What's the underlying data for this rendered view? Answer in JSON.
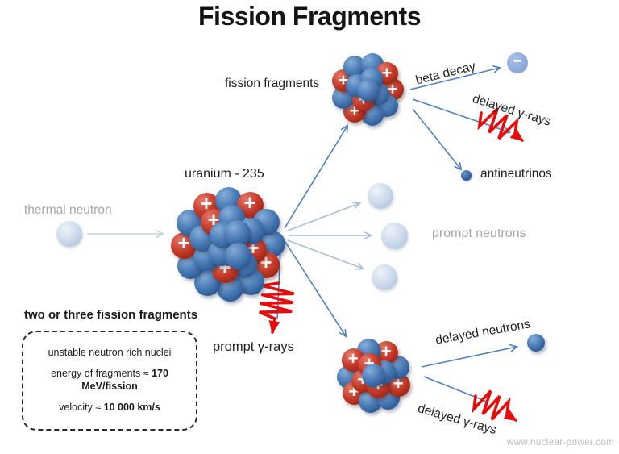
{
  "title": "Fission Fragments",
  "nodes": {
    "thermal_neutron_label": "thermal neutron",
    "uranium_label": "uranium - 235",
    "fission_fragments_label": "fission fragments",
    "beta_decay_label": "beta decay",
    "delayed_gamma_top_label": "delayed γ-rays",
    "antineutrinos_label": "antineutrinos",
    "prompt_neutrons_label": "prompt neutrons",
    "prompt_gamma_label": "prompt γ-rays",
    "delayed_neutrons_label": "delayed neutrons",
    "delayed_gamma_bottom_label": "delayed γ-rays"
  },
  "info_box": {
    "heading": "two or three fission fragments",
    "line1": "unstable neutron rich nuclei",
    "line2_prefix": "energy of fragments ≈ ",
    "line2_bold": "170 MeV/fission",
    "line3_prefix": "velocity ≈ ",
    "line3_bold": "10 000 km/s"
  },
  "watermark": "www.nuclear-power.com",
  "icons": {
    "proton_plus": "+",
    "beta_minus": "−"
  },
  "colors": {
    "arrow_blue": "#4f81bd",
    "arrow_light": "#a9bdd8",
    "arrow_pale": "#c6cfdc",
    "gamma_red": "#e60c0c",
    "text_dark": "#1f1f1f",
    "text_gray": "#a6a6a6",
    "nucleon_blue": "#4a7bb5",
    "proton_red": "#c43a28",
    "neutron_light": "#c9d8eb",
    "beta_particle_fill": "#8faadc",
    "watermark_gray": "#bdbdbd"
  }
}
